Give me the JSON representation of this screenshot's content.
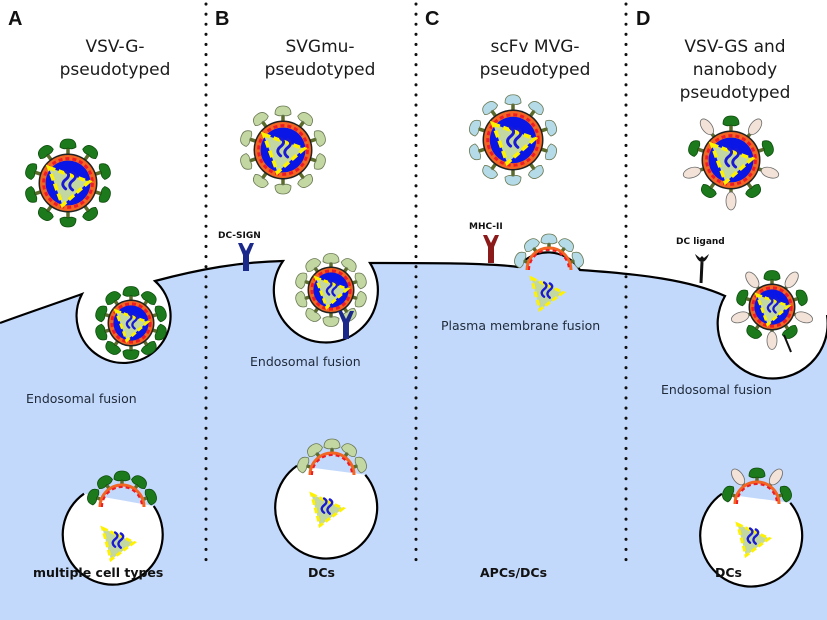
{
  "figure": {
    "colors": {
      "cytoplasm": "#c3d9fb",
      "membrane": "#000000",
      "envelope_orange": "#f26522",
      "envelope_dash_red": "#ee1c24",
      "matrix_blue": "#0a16e6",
      "capsid_fill": "#c3d7a2",
      "capsid_dash_yellow": "#fff200",
      "rna_blue": "#1a1ad6",
      "spike_stalk": "#5b6b2c",
      "vsvg_head": "#1c7a1c",
      "svgmu_head": "#c3d7a2",
      "scfv_head": "#b5dbe8",
      "nanobody_head": "#f3e2d8",
      "dcsign": "#1b2a8a",
      "mhcii": "#8b1a1a",
      "dc_ligand": "#111111"
    },
    "panels": [
      {
        "letter": "A",
        "title_lines": [
          "VSV-G-",
          "pseudotyped"
        ],
        "mechanism": "Endosomal fusion",
        "target": "multiple cell types",
        "receptor": null
      },
      {
        "letter": "B",
        "title_lines": [
          "SVGmu-",
          "pseudotyped"
        ],
        "mechanism": "Endosomal fusion",
        "target": "DCs",
        "receptor": "DC-SIGN"
      },
      {
        "letter": "C",
        "title_lines": [
          "scFv MVG-",
          "pseudotyped"
        ],
        "mechanism": "Plasma membrane fusion",
        "target": "APCs/DCs",
        "receptor": "MHC-II"
      },
      {
        "letter": "D",
        "title_lines": [
          "VSV-GS and",
          "nanobody",
          "pseudotyped"
        ],
        "mechanism": "Endosomal fusion",
        "target": "DCs",
        "receptor": "DC ligand"
      }
    ]
  }
}
